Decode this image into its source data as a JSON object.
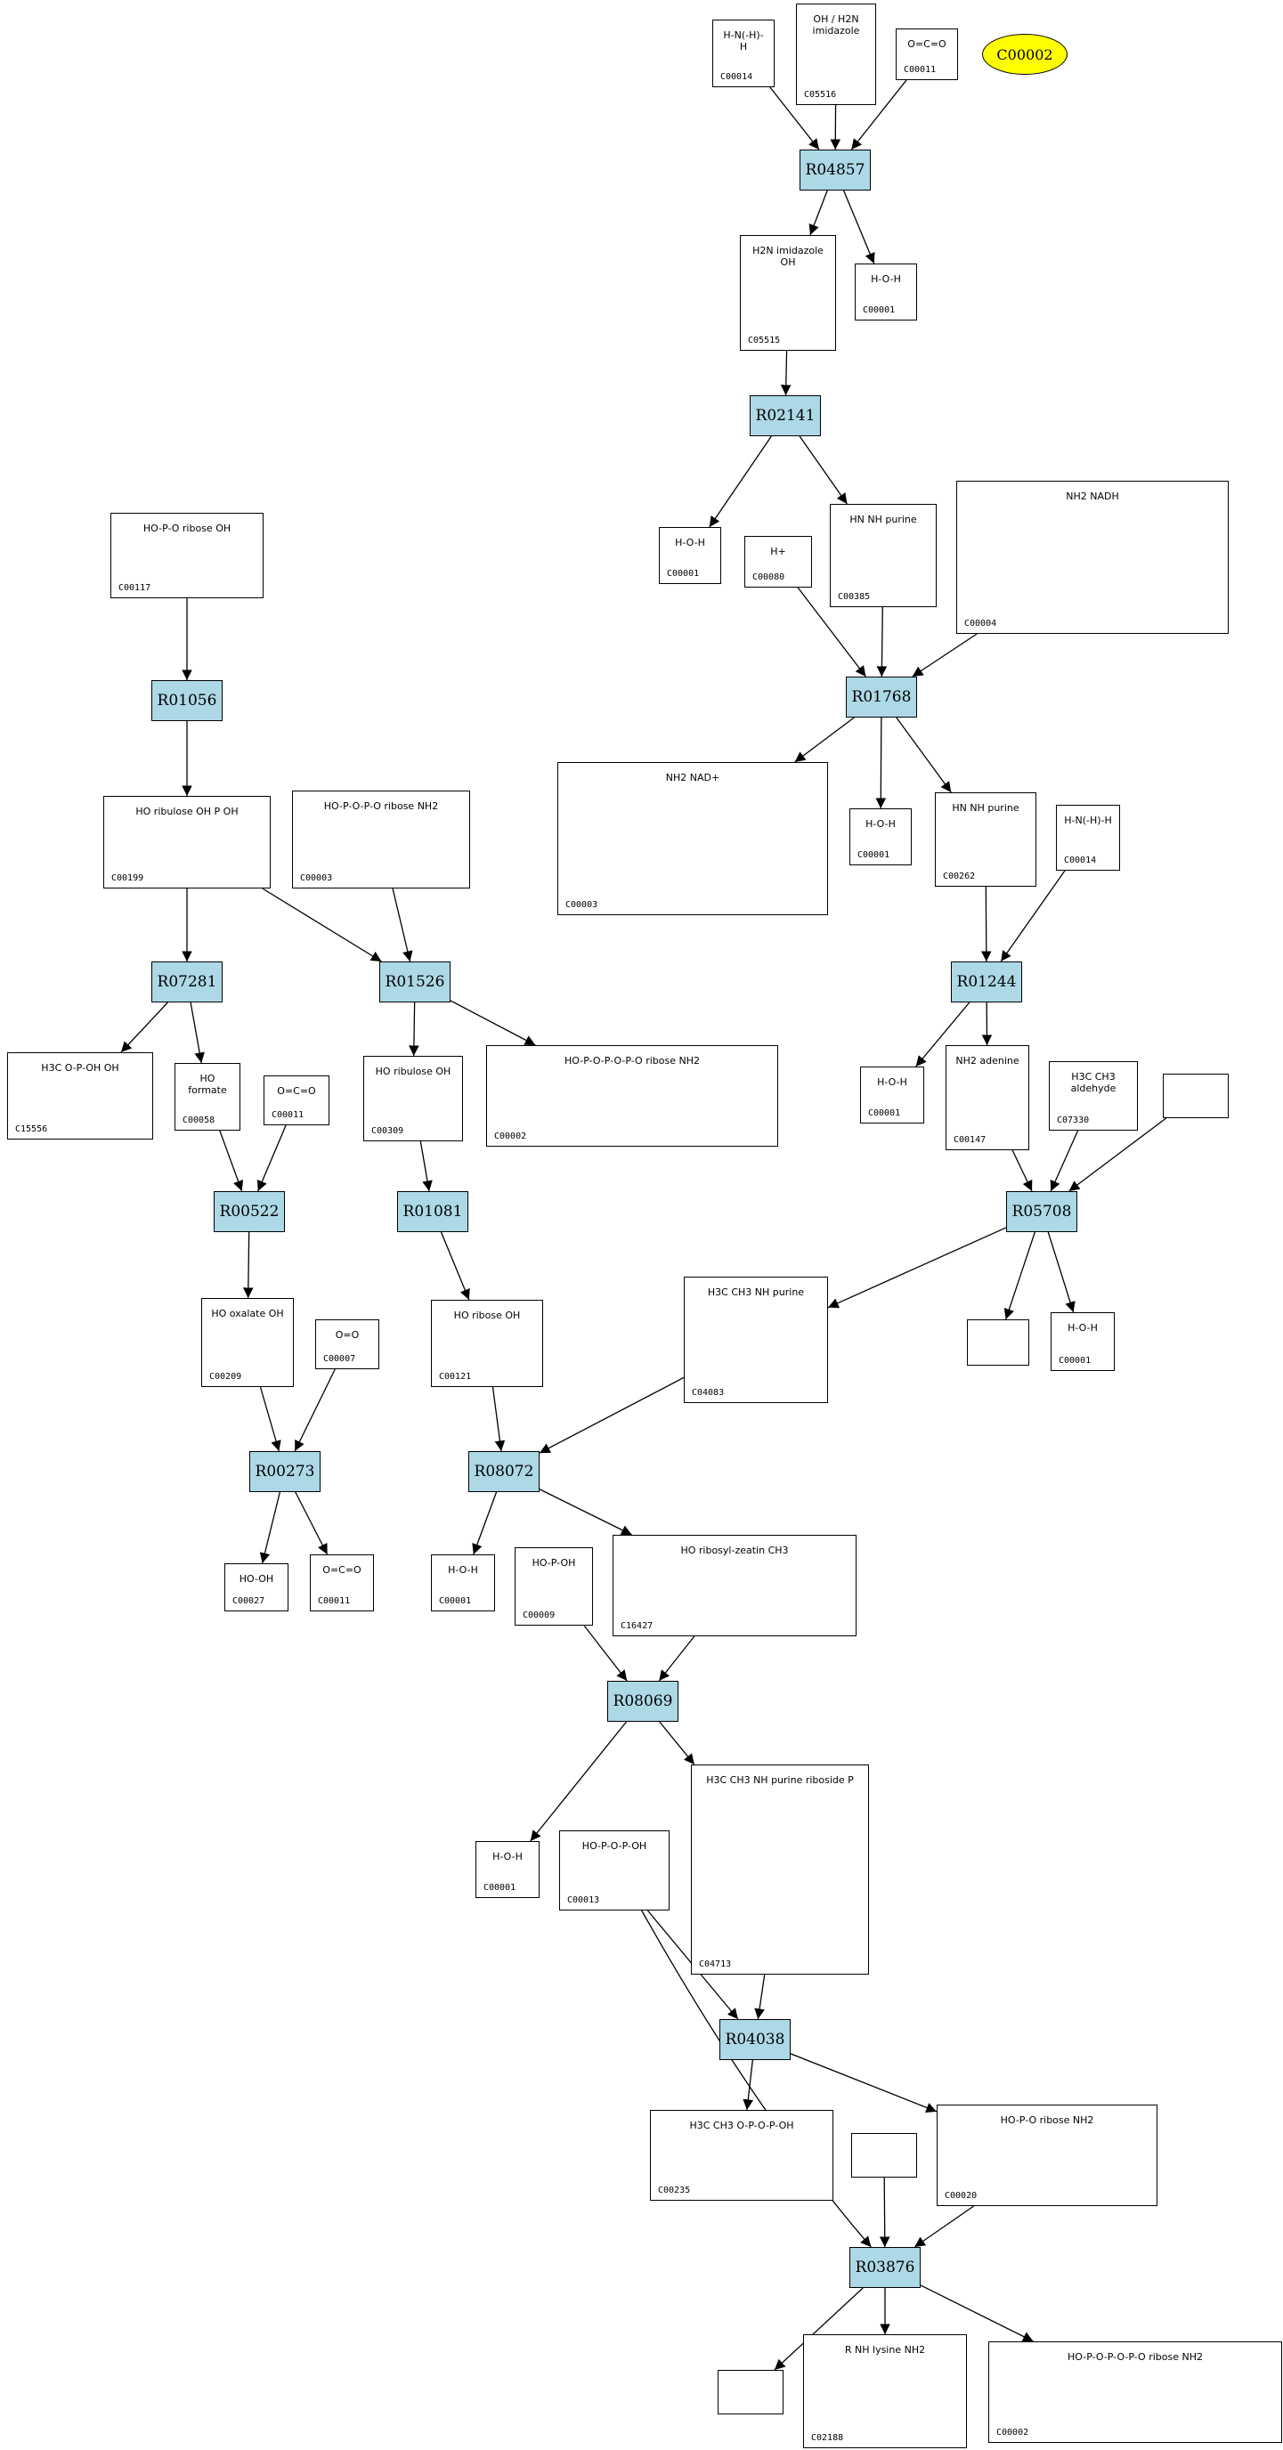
{
  "highlight_node": "C00002",
  "nodes": [
    {
      "id": "C00014a",
      "kind": "compound",
      "label": "C00014",
      "structure": "H-N(-H)-H"
    },
    {
      "id": "C05516",
      "kind": "compound",
      "label": "C05516",
      "structure": "OH / H2N imidazole"
    },
    {
      "id": "C00011a",
      "kind": "compound",
      "label": "C00011",
      "structure": "O=C=O"
    },
    {
      "id": "C00002top",
      "kind": "ellipse",
      "label": "C00002"
    },
    {
      "id": "R04857",
      "kind": "reaction",
      "label": "R04857"
    },
    {
      "id": "C05515",
      "kind": "compound",
      "label": "C05515",
      "structure": "H2N imidazole OH"
    },
    {
      "id": "C00001a",
      "kind": "compound",
      "label": "C00001",
      "structure": "H-O-H"
    },
    {
      "id": "R02141",
      "kind": "reaction",
      "label": "R02141"
    },
    {
      "id": "C00117",
      "kind": "compound",
      "label": "C00117",
      "structure": "HO-P-O ribose OH"
    },
    {
      "id": "C00001b",
      "kind": "compound",
      "label": "C00001",
      "structure": "H-O-H"
    },
    {
      "id": "C00080",
      "kind": "compound",
      "label": "C00080",
      "structure": "H+"
    },
    {
      "id": "C00385",
      "kind": "compound",
      "label": "C00385",
      "structure": "HN NH purine"
    },
    {
      "id": "C00004",
      "kind": "compound",
      "label": "C00004",
      "structure": "NH2 NADH"
    },
    {
      "id": "R01056",
      "kind": "reaction",
      "label": "R01056"
    },
    {
      "id": "R01768",
      "kind": "reaction",
      "label": "R01768"
    },
    {
      "id": "C00199",
      "kind": "compound",
      "label": "C00199",
      "structure": "HO ribulose OH P OH"
    },
    {
      "id": "C00003a",
      "kind": "compound",
      "label": "C00003",
      "structure": "HO-P-O-P-O ribose NH2"
    },
    {
      "id": "C00003b",
      "kind": "compound",
      "label": "C00003",
      "structure": "NH2 NAD+"
    },
    {
      "id": "C00001c",
      "kind": "compound",
      "label": "C00001",
      "structure": "H-O-H"
    },
    {
      "id": "C00262",
      "kind": "compound",
      "label": "C00262",
      "structure": "HN NH purine"
    },
    {
      "id": "C00014b",
      "kind": "compound",
      "label": "C00014",
      "structure": "H-N(-H)-H"
    },
    {
      "id": "R07281",
      "kind": "reaction",
      "label": "R07281"
    },
    {
      "id": "R01526",
      "kind": "reaction",
      "label": "R01526"
    },
    {
      "id": "R01244",
      "kind": "reaction",
      "label": "R01244"
    },
    {
      "id": "C15556",
      "kind": "compound",
      "label": "C15556",
      "structure": "H3C O-P-OH OH"
    },
    {
      "id": "C00058",
      "kind": "compound",
      "label": "C00058",
      "structure": "HO formate"
    },
    {
      "id": "C00011b",
      "kind": "compound",
      "label": "C00011",
      "structure": "O=C=O"
    },
    {
      "id": "C00309",
      "kind": "compound",
      "label": "C00309",
      "structure": "HO ribulose OH"
    },
    {
      "id": "C00002a",
      "kind": "compound",
      "label": "C00002",
      "structure": "HO-P-O-P-O-P-O ribose NH2"
    },
    {
      "id": "C00001d",
      "kind": "compound",
      "label": "C00001",
      "structure": "H-O-H"
    },
    {
      "id": "C00147",
      "kind": "compound",
      "label": "C00147",
      "structure": "NH2 adenine"
    },
    {
      "id": "C07330",
      "kind": "compound",
      "label": "C07330",
      "structure": "H3C CH3 aldehyde"
    },
    {
      "id": "BLANK1",
      "kind": "compound",
      "label": "",
      "structure": ""
    },
    {
      "id": "R00522",
      "kind": "reaction",
      "label": "R00522"
    },
    {
      "id": "R01081",
      "kind": "reaction",
      "label": "R01081"
    },
    {
      "id": "R05708",
      "kind": "reaction",
      "label": "R05708"
    },
    {
      "id": "C04083",
      "kind": "compound",
      "label": "C04083",
      "structure": "H3C CH3 NH purine"
    },
    {
      "id": "C00209",
      "kind": "compound",
      "label": "C00209",
      "structure": "HO oxalate OH"
    },
    {
      "id": "C00007",
      "kind": "compound",
      "label": "C00007",
      "structure": "O=O"
    },
    {
      "id": "C00121",
      "kind": "compound",
      "label": "C00121",
      "structure": "HO ribose OH"
    },
    {
      "id": "BLANK2",
      "kind": "compound",
      "label": "",
      "structure": ""
    },
    {
      "id": "C00001e",
      "kind": "compound",
      "label": "C00001",
      "structure": "H-O-H"
    },
    {
      "id": "R00273",
      "kind": "reaction",
      "label": "R00273"
    },
    {
      "id": "R08072",
      "kind": "reaction",
      "label": "R08072"
    },
    {
      "id": "C00027",
      "kind": "compound",
      "label": "C00027",
      "structure": "HO-OH"
    },
    {
      "id": "C00011c",
      "kind": "compound",
      "label": "C00011",
      "structure": "O=C=O"
    },
    {
      "id": "C00001f",
      "kind": "compound",
      "label": "C00001",
      "structure": "H-O-H"
    },
    {
      "id": "C00009",
      "kind": "compound",
      "label": "C00009",
      "structure": "HO-P-OH"
    },
    {
      "id": "C16427",
      "kind": "compound",
      "label": "C16427",
      "structure": "HO ribosyl-zeatin CH3"
    },
    {
      "id": "R08069",
      "kind": "reaction",
      "label": "R08069"
    },
    {
      "id": "C00001g",
      "kind": "compound",
      "label": "C00001",
      "structure": "H-O-H"
    },
    {
      "id": "C00013",
      "kind": "compound",
      "label": "C00013",
      "structure": "HO-P-O-P-OH"
    },
    {
      "id": "C04713",
      "kind": "compound",
      "label": "C04713",
      "structure": "H3C CH3 NH purine riboside P"
    },
    {
      "id": "R04038",
      "kind": "reaction",
      "label": "R04038"
    },
    {
      "id": "C00235",
      "kind": "compound",
      "label": "C00235",
      "structure": "H3C CH3 O-P-O-P-OH"
    },
    {
      "id": "BLANK3",
      "kind": "compound",
      "label": "",
      "structure": ""
    },
    {
      "id": "C00020",
      "kind": "compound",
      "label": "C00020",
      "structure": "HO-P-O ribose NH2"
    },
    {
      "id": "R03876",
      "kind": "reaction",
      "label": "R03876"
    },
    {
      "id": "BLANK4",
      "kind": "compound",
      "label": "",
      "structure": ""
    },
    {
      "id": "C02188",
      "kind": "compound",
      "label": "C02188",
      "structure": "R NH lysine NH2"
    },
    {
      "id": "C00002b",
      "kind": "compound",
      "label": "C00002",
      "structure": "HO-P-O-P-O-P-O ribose NH2"
    }
  ],
  "edges": [
    [
      "C00014a",
      "R04857"
    ],
    [
      "C05516",
      "R04857"
    ],
    [
      "C00011a",
      "R04857"
    ],
    [
      "R04857",
      "C05515"
    ],
    [
      "R04857",
      "C00001a"
    ],
    [
      "C05515",
      "R02141"
    ],
    [
      "R02141",
      "C00001b"
    ],
    [
      "R02141",
      "C00385"
    ],
    [
      "C00117",
      "R01056"
    ],
    [
      "C00080",
      "R01768"
    ],
    [
      "C00385",
      "R01768"
    ],
    [
      "C00004",
      "R01768"
    ],
    [
      "R01056",
      "C00199"
    ],
    [
      "R01768",
      "C00003b"
    ],
    [
      "R01768",
      "C00001c"
    ],
    [
      "R01768",
      "C00262"
    ],
    [
      "C00199",
      "R07281"
    ],
    [
      "C00199",
      "R01526"
    ],
    [
      "C00003a",
      "R01526"
    ],
    [
      "C00262",
      "R01244"
    ],
    [
      "C00014b",
      "R01244"
    ],
    [
      "R07281",
      "C15556"
    ],
    [
      "R07281",
      "C00058"
    ],
    [
      "R01526",
      "C00309"
    ],
    [
      "R01526",
      "C00002a"
    ],
    [
      "R01244",
      "C00001d"
    ],
    [
      "R01244",
      "C00147"
    ],
    [
      "C00058",
      "R00522"
    ],
    [
      "C00011b",
      "R00522"
    ],
    [
      "C00309",
      "R01081"
    ],
    [
      "C00147",
      "R05708"
    ],
    [
      "C07330",
      "R05708"
    ],
    [
      "BLANK1",
      "R05708"
    ],
    [
      "R00522",
      "C00209"
    ],
    [
      "R01081",
      "C00121"
    ],
    [
      "R05708",
      "C04083"
    ],
    [
      "R05708",
      "BLANK2"
    ],
    [
      "R05708",
      "C00001e"
    ],
    [
      "C00209",
      "R00273"
    ],
    [
      "C00007",
      "R00273"
    ],
    [
      "C00121",
      "R08072"
    ],
    [
      "C04083",
      "R08072"
    ],
    [
      "R00273",
      "C00027"
    ],
    [
      "R00273",
      "C00011c"
    ],
    [
      "R08072",
      "C00001f"
    ],
    [
      "R08072",
      "C16427"
    ],
    [
      "C00009",
      "R08069"
    ],
    [
      "C16427",
      "R08069"
    ],
    [
      "R08069",
      "C00001g"
    ],
    [
      "R08069",
      "C04713"
    ],
    [
      "C00013",
      "R04038"
    ],
    [
      "C04713",
      "R04038"
    ],
    [
      "R04038",
      "C00235"
    ],
    [
      "R04038",
      "C00020"
    ],
    [
      "C00013",
      "R03876"
    ],
    [
      "BLANK3",
      "R03876"
    ],
    [
      "C00020",
      "R03876"
    ],
    [
      "R03876",
      "BLANK4"
    ],
    [
      "R03876",
      "C02188"
    ],
    [
      "R03876",
      "C00002b"
    ]
  ]
}
